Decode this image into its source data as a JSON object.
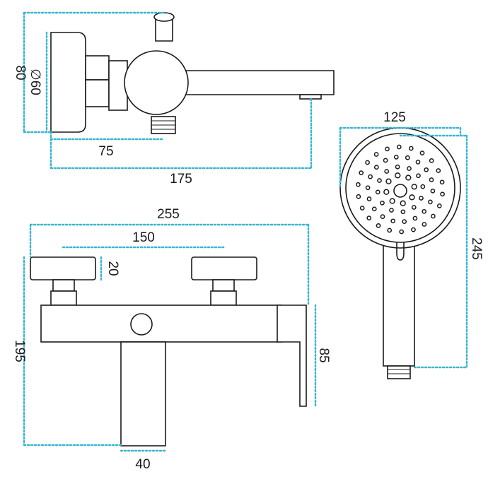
{
  "dimension_color": "#35b6d3",
  "line_color": "#1a1a1a",
  "side_view": {
    "height_label": "80",
    "diameter_label": "∅60",
    "depth_label": "75",
    "length_label": "175"
  },
  "front_view": {
    "width_label": "255",
    "handle_spacing_label": "150",
    "handle_thickness_label": "20",
    "height_label": "195",
    "lever_label": "85",
    "outlet_label": "40"
  },
  "hand_shower": {
    "diameter_label": "125",
    "length_label": "245"
  }
}
